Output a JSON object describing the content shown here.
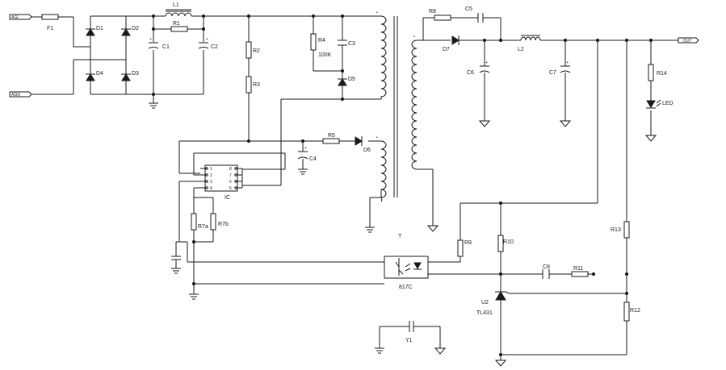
{
  "terminals": {
    "ac_top": "AGI",
    "ac_bottom": "AGN",
    "out": "OUT"
  },
  "labels": {
    "F1": "F1",
    "L1": "L1",
    "R1": "R1",
    "C1": "C1",
    "C2": "C2",
    "D1": "D1",
    "D2": "D2",
    "D3": "D3",
    "D4": "D4",
    "R2": "R2",
    "R3": "R3",
    "R4": "R4",
    "R4_value": "100K",
    "C3": "C3",
    "D5": "D5",
    "R5": "R5",
    "D6": "D6",
    "C4": "C4",
    "IC": "IC",
    "R7a": "R7a",
    "R7b": "R7b",
    "T": "T",
    "R8": "R8",
    "C5": "C5",
    "D7": "D7",
    "C6": "C6",
    "L2": "L2",
    "C7": "C7",
    "R14": "R14",
    "LED": "LED",
    "R9": "R9",
    "R10": "R10",
    "R13": "R13",
    "C8": "C8",
    "R11": "R11",
    "U2": "U2",
    "U2_value": "TL431",
    "R12": "R12",
    "opto": "817C",
    "Y1": "Y1"
  },
  "ic_pins": [
    "1",
    "2",
    "3",
    "4",
    "8",
    "7",
    "6",
    "5"
  ],
  "polarity_mark": "+",
  "dot_mark": "•"
}
